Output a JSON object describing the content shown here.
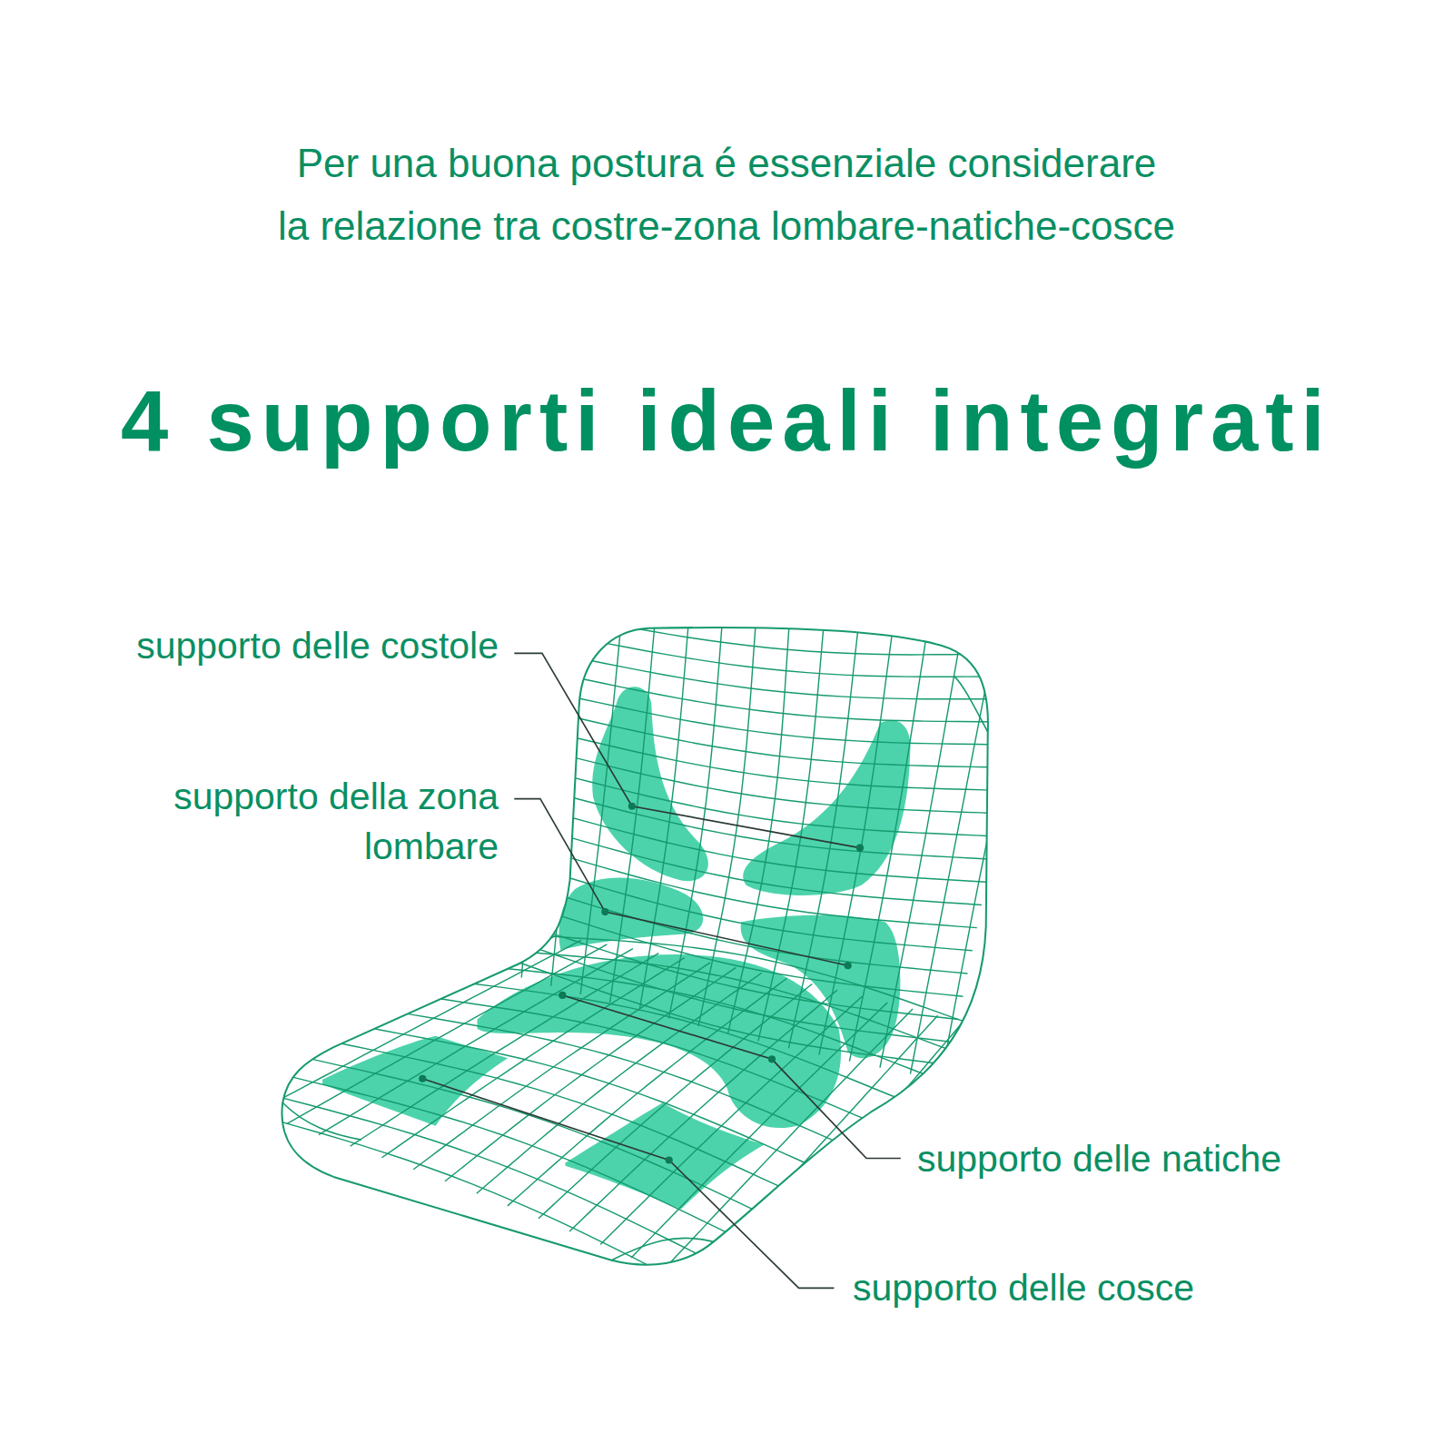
{
  "diagram": {
    "title": "4 supporti ideali integrati",
    "labels": [
      "Per una buona postura é essenziale considerare la relazione tra costre-zona lombare-natiche-cosce",
      "supporto delle costole",
      "supporto della zona lombare",
      "supporto delle natiche",
      "supporto delle cosce"
    ]
  }
}
